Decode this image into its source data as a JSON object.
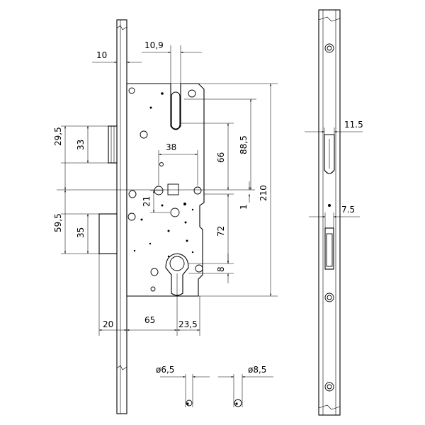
{
  "dimensions": {
    "width_10": "10",
    "width_10_9": "10,9",
    "height_29_5": "29,5",
    "height_33": "33",
    "width_38": "38",
    "height_66": "66",
    "height_88_5": "88,5",
    "height_210": "210",
    "height_21": "21",
    "height_1": "1",
    "height_59_5": "59,5",
    "height_35": "35",
    "height_72": "72",
    "height_8": "8",
    "width_20": "20",
    "width_65": "65",
    "width_23_5": "23,5",
    "diameter_6_5": "ø6,5",
    "diameter_8_5": "ø8,5",
    "width_11_5": "11.5",
    "width_7_5": "7.5"
  },
  "colors": {
    "line": "#000000",
    "background": "#ffffff"
  }
}
